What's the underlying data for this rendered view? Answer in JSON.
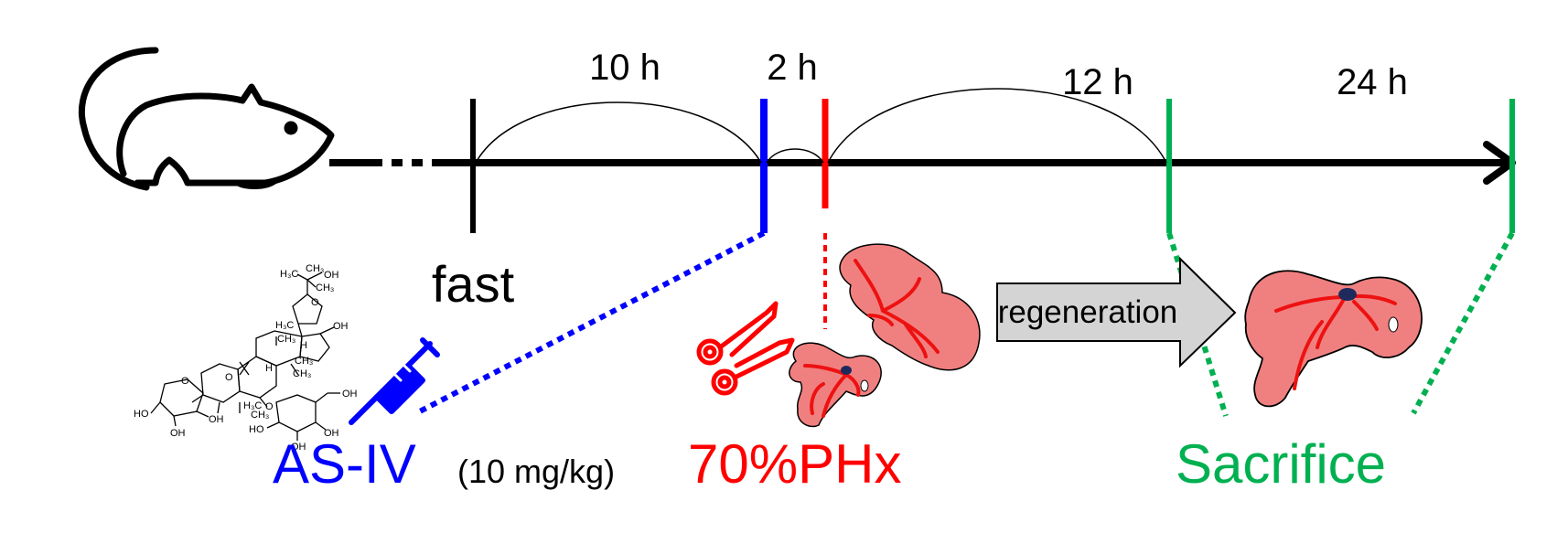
{
  "intervals": {
    "i1": "10 h",
    "i2": "2 h",
    "i3": "12 h",
    "i4": "24 h"
  },
  "events": {
    "fast": "fast",
    "treatment": "AS-IV",
    "dose": "(10 mg/kg)",
    "surgery": "70%PHx",
    "end": "Sacrifice"
  },
  "process_label": "regeneration",
  "structure_labels": {
    "l1": "H₃C",
    "l2": "CH₃",
    "l3": "OH",
    "l4": "O",
    "l5": "CH₃",
    "l6": "H₃C",
    "l7": "CH₃",
    "l8": "OH",
    "l9": "H",
    "l10": "CH₃",
    "l11": "H",
    "l12": "CH₃",
    "l13": "H₃C",
    "l14": "CH₃",
    "l15": "HO",
    "l16": "O",
    "l17": "OH",
    "l18": "OH",
    "l19": "O",
    "l20": "HO",
    "l21": "OH",
    "l22": "OH",
    "l23": "OH",
    "l24": "O"
  },
  "colors": {
    "axis": "#000000",
    "treatment": "#0000ff",
    "surgery": "#ff0000",
    "end": "#00b050",
    "liver_fill": "#f08080",
    "vessel": "#ee1111",
    "hilum": "#1f2a5c",
    "arrow_fill": "#d4d4d4"
  }
}
